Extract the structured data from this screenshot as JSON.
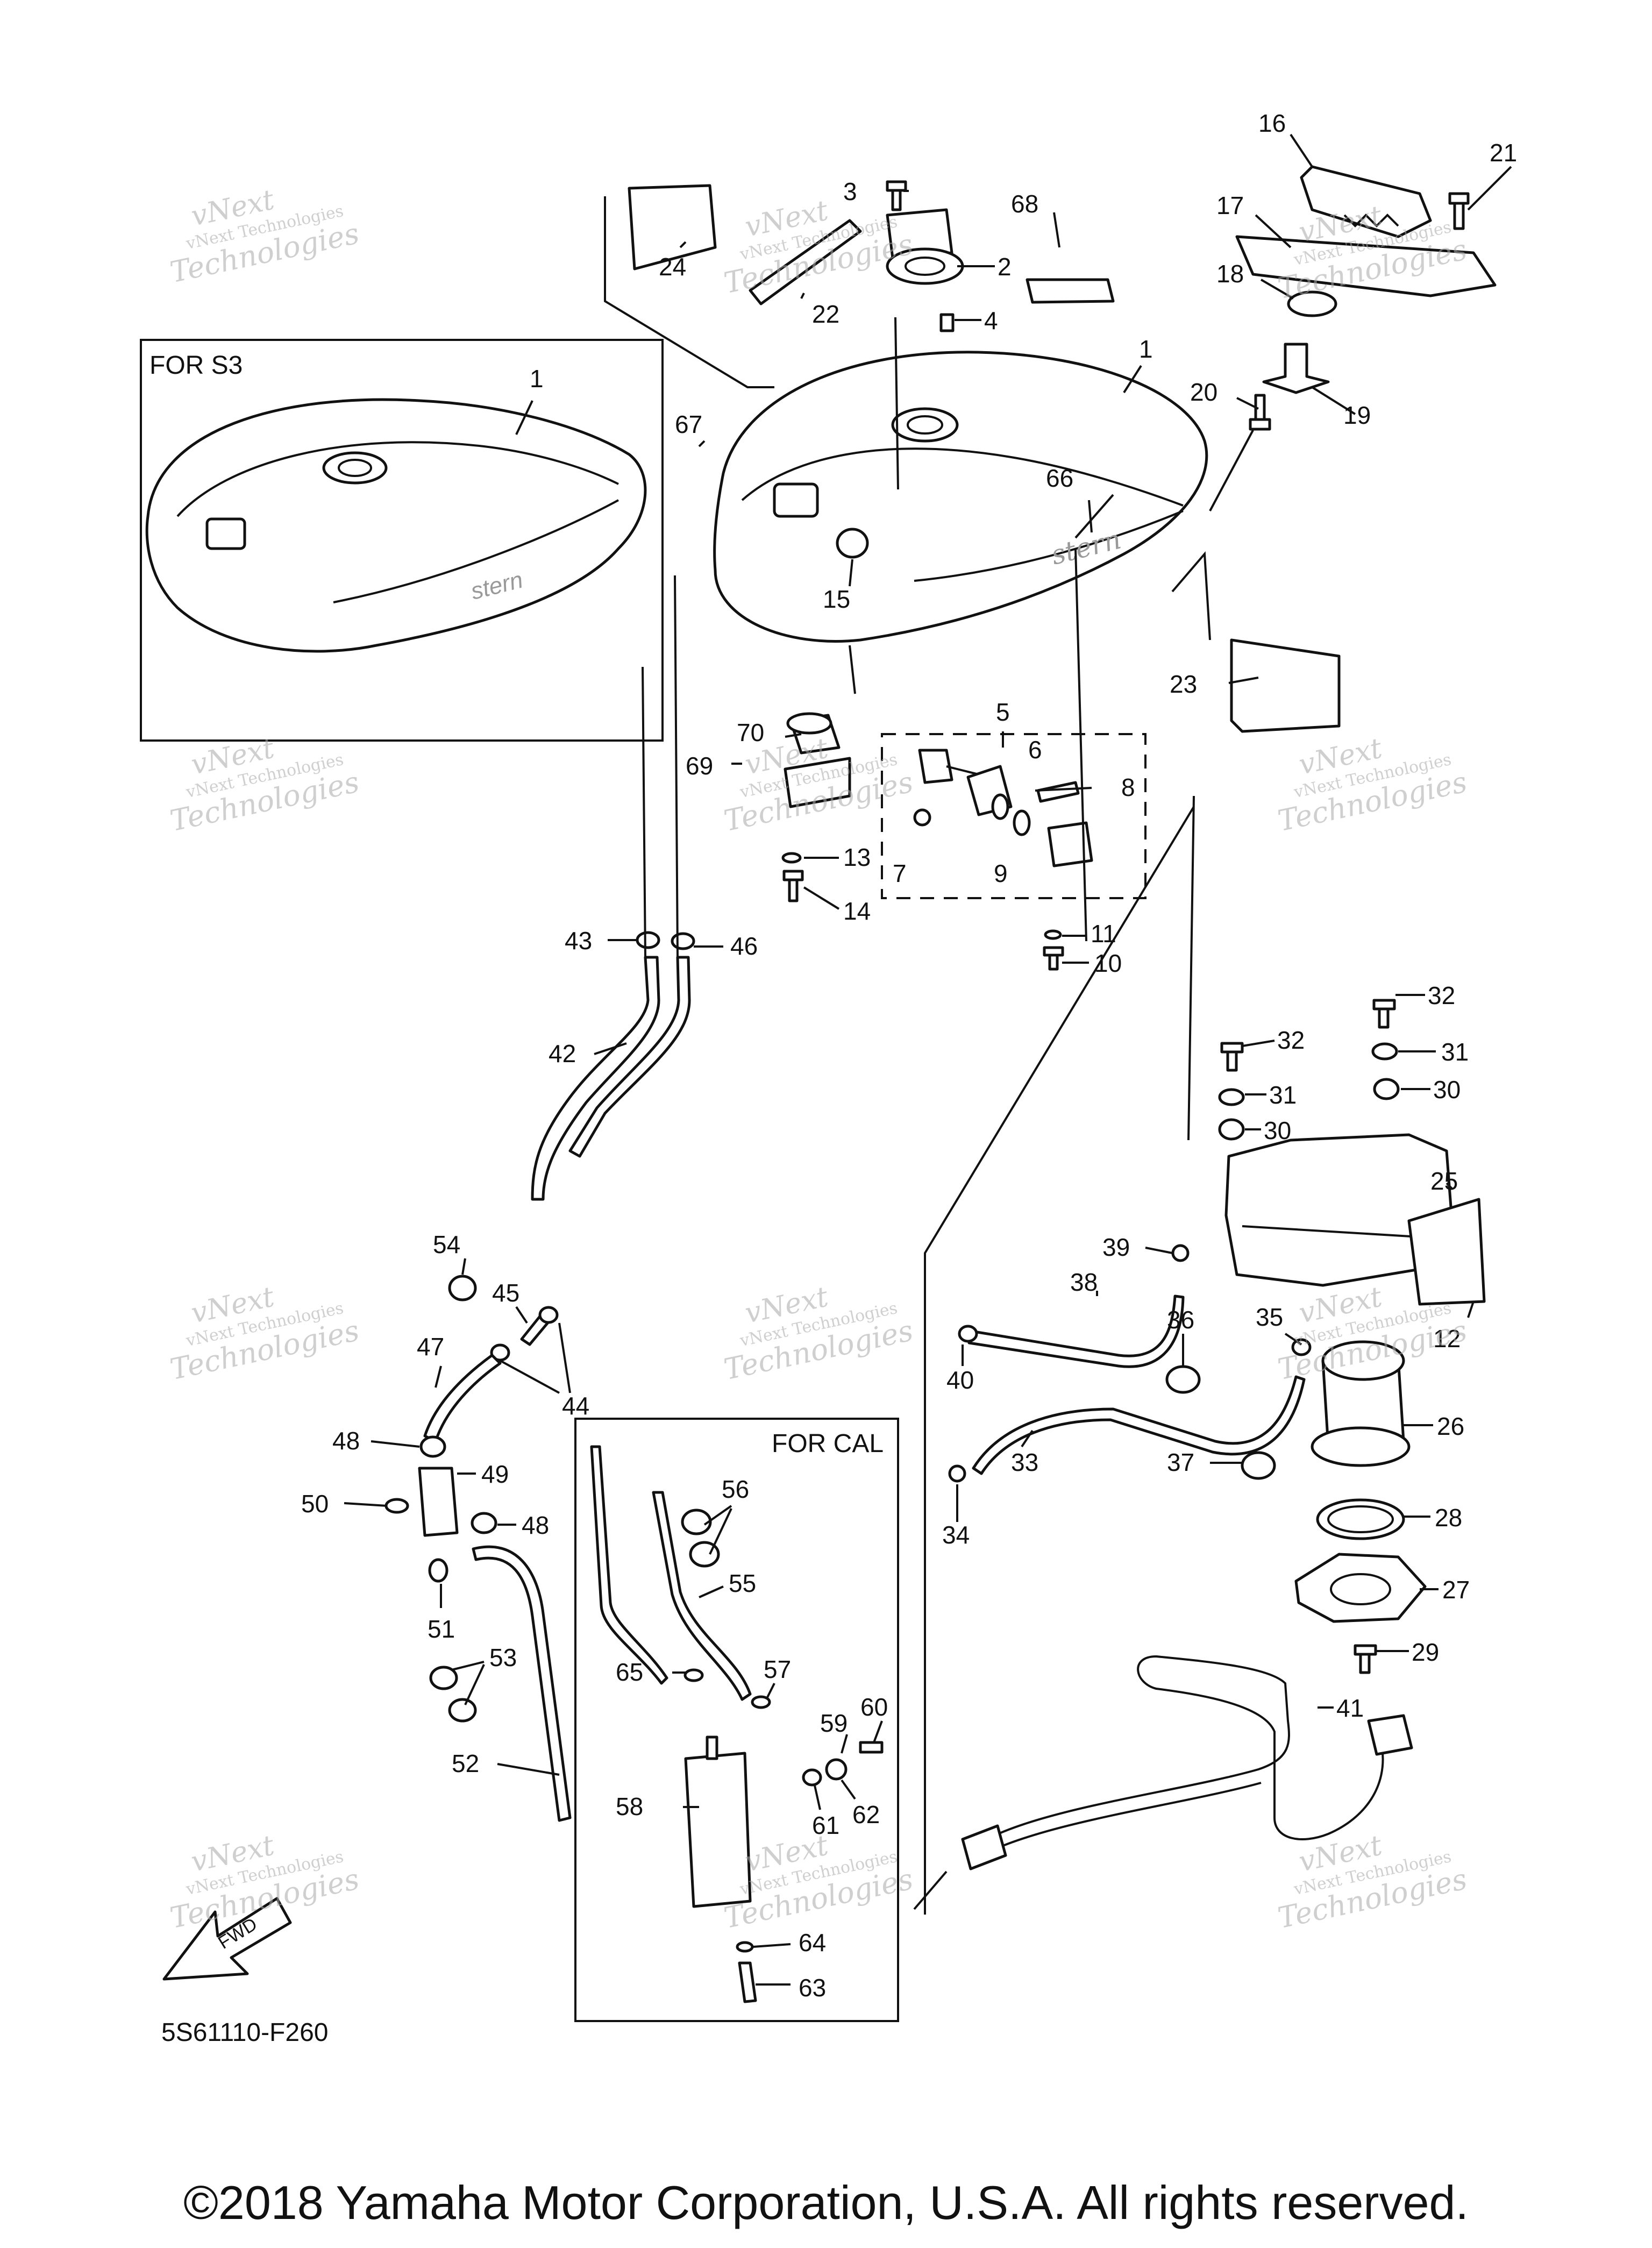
{
  "diagram": {
    "code": "5S61110-F260",
    "copyright": "©2018 Yamaha Motor Corporation, U.S.A. All rights reserved.",
    "boxes": {
      "s3": "FOR S3",
      "cal": "FOR CAL"
    },
    "fwd_label": "FWD",
    "tank_badge": "stern",
    "watermark": {
      "line1": "vNext",
      "line2": "vNext Technologies",
      "line3": "Technologies"
    },
    "callouts": [
      "1",
      "1",
      "2",
      "3",
      "4",
      "5",
      "6",
      "7",
      "8",
      "9",
      "10",
      "11",
      "12",
      "13",
      "14",
      "15",
      "16",
      "17",
      "18",
      "19",
      "20",
      "21",
      "22",
      "23",
      "24",
      "25",
      "26",
      "27",
      "28",
      "29",
      "30",
      "30",
      "31",
      "31",
      "32",
      "32",
      "33",
      "34",
      "35",
      "36",
      "37",
      "38",
      "39",
      "40",
      "41",
      "42",
      "43",
      "44",
      "45",
      "46",
      "47",
      "48",
      "48",
      "49",
      "50",
      "51",
      "52",
      "53",
      "54",
      "55",
      "56",
      "57",
      "58",
      "59",
      "60",
      "61",
      "62",
      "63",
      "64",
      "65",
      "66",
      "67",
      "68",
      "69",
      "70"
    ]
  }
}
